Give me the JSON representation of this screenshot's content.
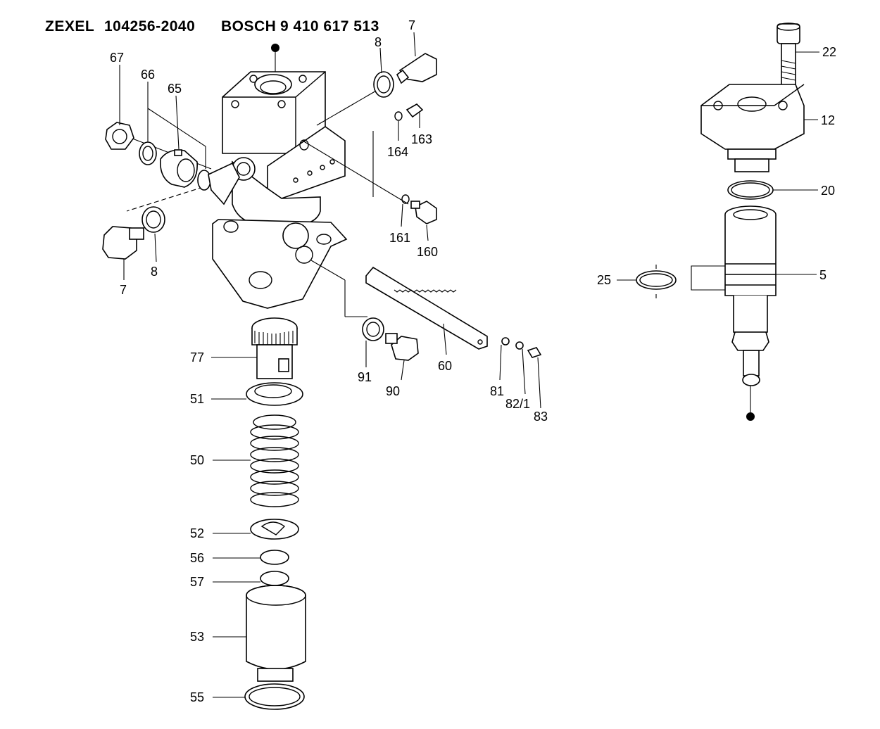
{
  "header": {
    "brand1": "ZEXEL",
    "number1": "104256-2040",
    "brand2": "BOSCH",
    "number2": "9 410 617 513"
  },
  "callouts": {
    "p67": "67",
    "p66": "66",
    "p65": "65",
    "p8a": "8",
    "p7a": "7",
    "p8b": "8",
    "p7b": "7",
    "p164": "164",
    "p163": "163",
    "p161": "161",
    "p160": "160",
    "p77": "77",
    "p51": "51",
    "p50": "50",
    "p52": "52",
    "p56": "56",
    "p57": "57",
    "p53": "53",
    "p55": "55",
    "p91": "91",
    "p90": "90",
    "p60": "60",
    "p81": "81",
    "p82": "82/1",
    "p83": "83",
    "p22": "22",
    "p12": "12",
    "p20": "20",
    "p25": "25",
    "p5": "5"
  }
}
